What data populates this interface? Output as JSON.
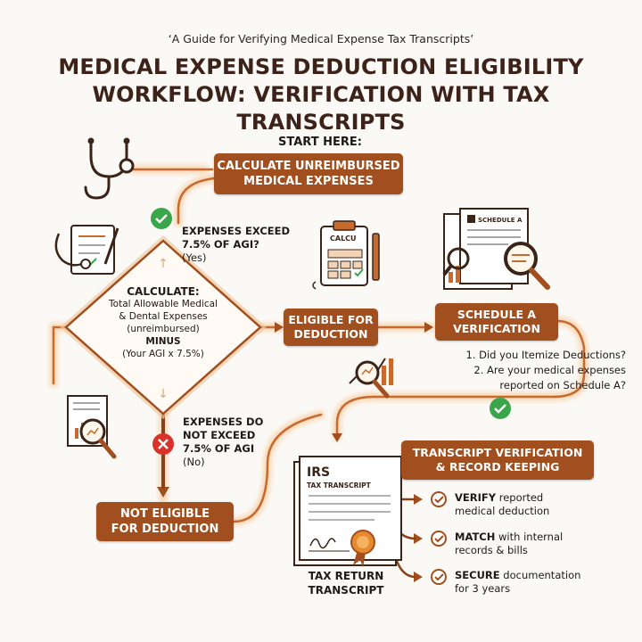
{
  "header": {
    "subtitle": "‘A Guide for Verifying Medical Expense Tax Transcripts’",
    "title_line1": "MEDICAL EXPENSE DEDUCTION ELIGIBILITY",
    "title_line2": "WORKFLOW: VERIFICATION WITH TAX TRANSCRIPTS"
  },
  "start": {
    "label": "START HERE:",
    "box_line1": "CALCULATE UNREIMBURSED",
    "box_line2": "MEDICAL EXPENSES"
  },
  "condition_yes": {
    "line1": "EXPENSES EXCEED",
    "line2": "7.5% OF AGI?",
    "line3": "(Yes)"
  },
  "diamond": {
    "heading": "CALCULATE:",
    "line1": "Total Allowable Medical",
    "line2": "& Dental Expenses",
    "line3": "(unreimbursed)",
    "line4": "MINUS",
    "line5": "(Your AGI x 7.5%)"
  },
  "condition_no": {
    "line1": "EXPENSES DO",
    "line2": "NOT EXCEED",
    "line3": "7.5% OF AGI",
    "line4": "(No)"
  },
  "eligible": {
    "line1": "ELIGIBLE FOR",
    "line2": "DEDUCTION"
  },
  "not_eligible": {
    "line1": "NOT ELIGIBLE",
    "line2": "FOR DEDUCTION"
  },
  "schedule_a": {
    "box_line1": "SCHEDULE A",
    "box_line2": "VERIFICATION",
    "doc_label": "SCHEDULE A",
    "q1": "1. Did you Itemize Deductions?",
    "q2_line1": "2. Are your medical expenses",
    "q2_line2": "reported on Schedule A?"
  },
  "calculator_doc": {
    "label": "CALCU"
  },
  "transcript": {
    "box_line1": "TRANSCRIPT VERIFICATION",
    "box_line2": "& RECORD KEEPING",
    "doc_logo": "IRS",
    "doc_label": "TAX TRANSCRIPT",
    "caption_line1": "TAX RETURN",
    "caption_line2": "TRANSCRIPT",
    "items": [
      {
        "keyword": "VERIFY",
        "rest1": " reported",
        "rest2": "medical deduction"
      },
      {
        "keyword": "MATCH",
        "rest1": " with internal",
        "rest2": "records & bills"
      },
      {
        "keyword": "SECURE",
        "rest1": " documentation",
        "rest2": "for 3 years"
      }
    ]
  },
  "colors": {
    "brand": "#a24f1f",
    "dark_brown": "#3c2219",
    "path_glow": "#f3c79b",
    "check_green": "#3aa64a",
    "cross_red": "#d8322b"
  },
  "icons": [
    "stethoscope-icon",
    "clipboard-stethoscope-icon",
    "calculator-clipboard-icon",
    "schedule-a-magnifier-icon",
    "chart-magnifier-icon",
    "document-magnifier-icon",
    "irs-transcript-icon",
    "check-icon",
    "cross-icon"
  ]
}
